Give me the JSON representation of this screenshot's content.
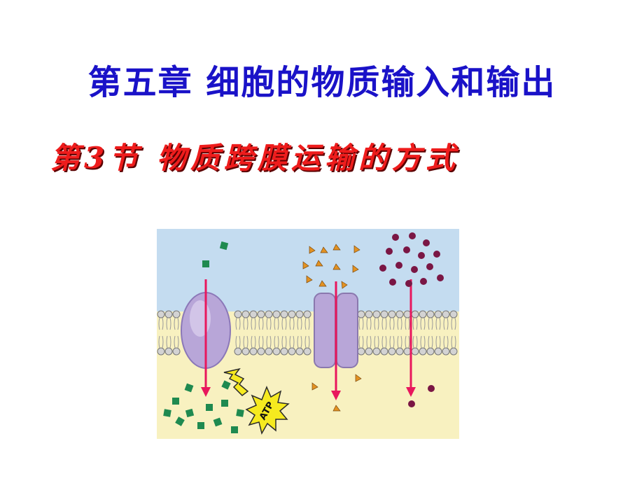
{
  "slide": {
    "title": "第五章  细胞的物质输入和输出",
    "subtitle": "第3节   物质跨膜运输的方式"
  },
  "figure": {
    "atp_label": "ATP",
    "colors": {
      "outside": "#c4dcf0",
      "inside": "#f8f1c0",
      "lipid_head": "#d3d3d3",
      "protein": "#b8a6d8",
      "arrow": "#e8175d",
      "square": "#1f8a50",
      "triangle": "#e39222",
      "dot": "#7a1644",
      "atp_burst": "#f6ea1f"
    },
    "icons": [
      "carrier-protein-icon",
      "channel-protein-icon",
      "atp-icon",
      "lightning-bolt-icon"
    ]
  }
}
